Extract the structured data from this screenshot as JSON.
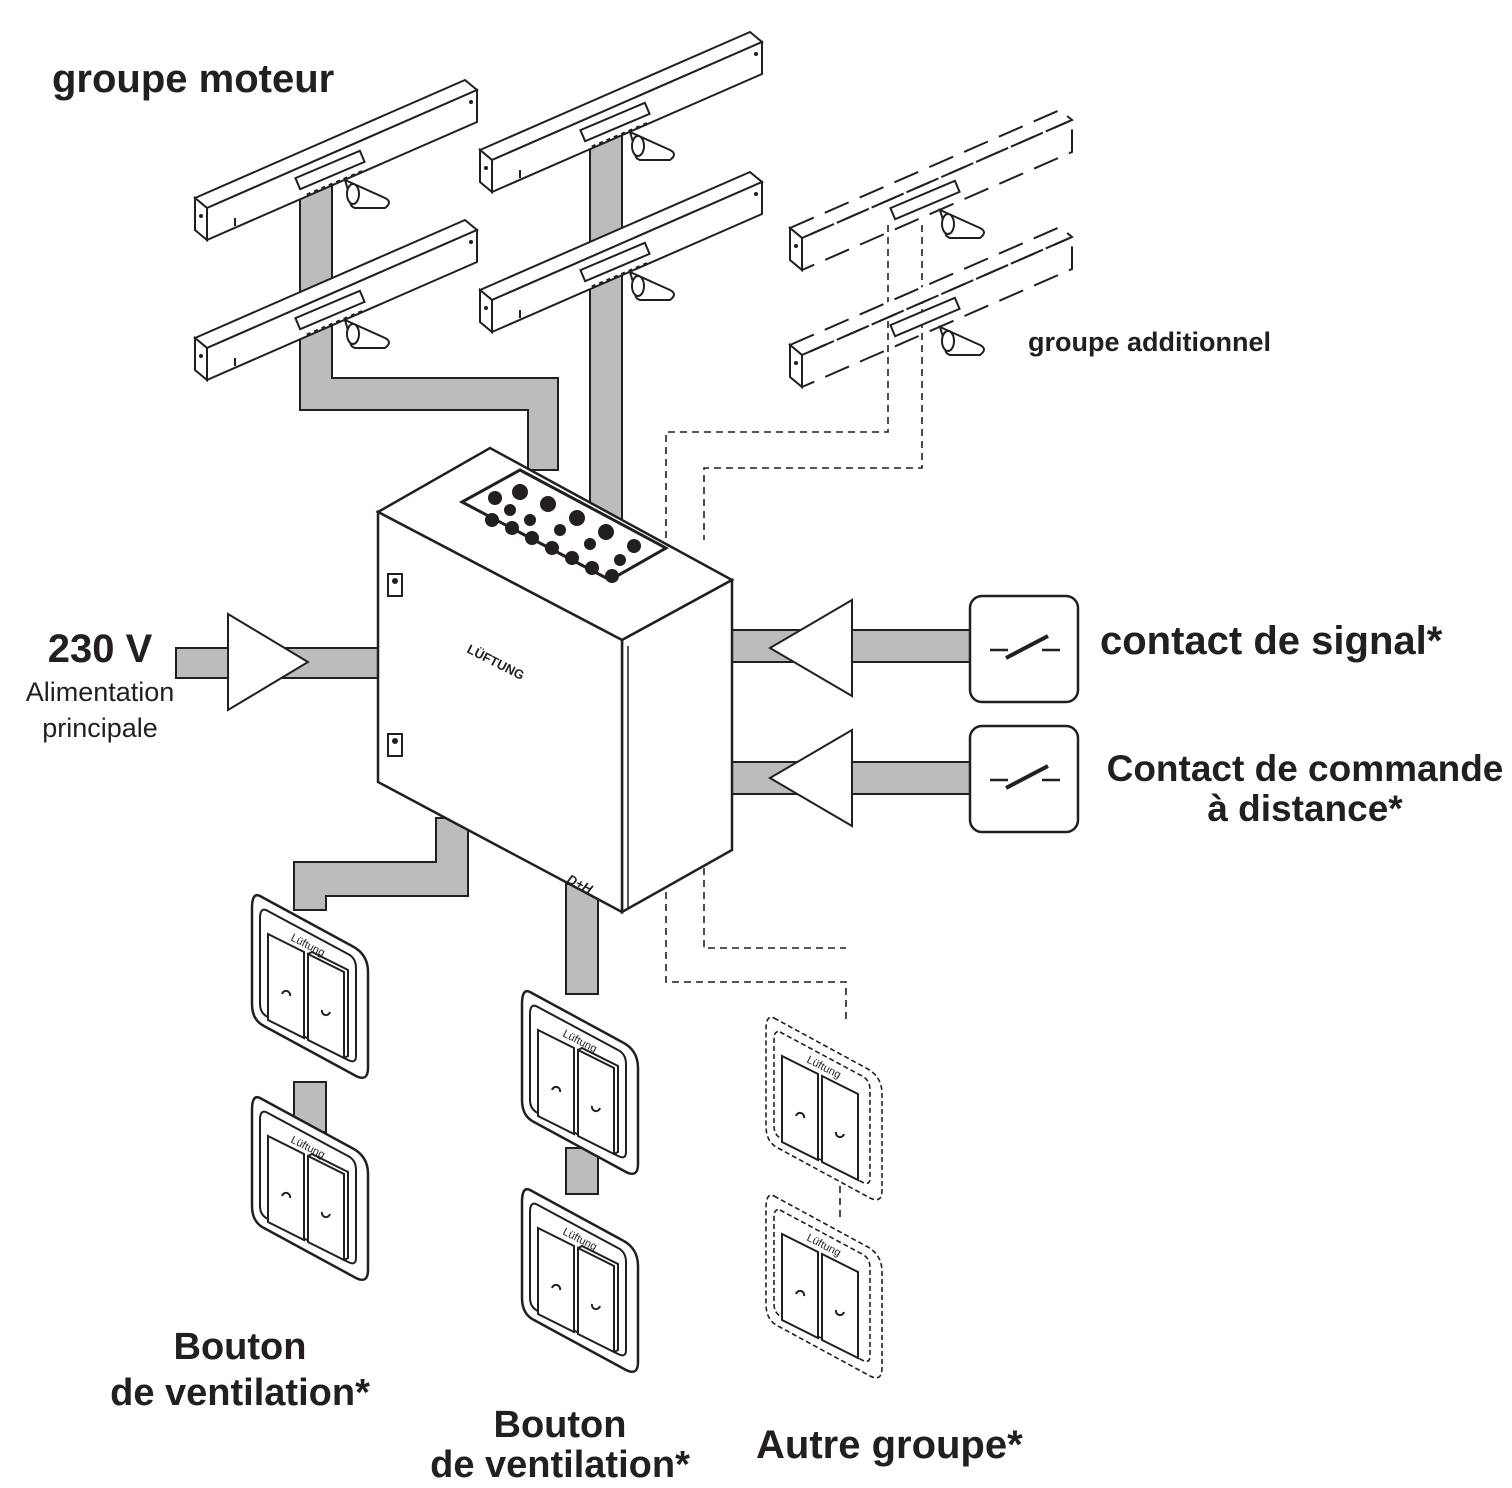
{
  "labels": {
    "motor_group": "groupe moteur",
    "additional_group": "groupe additionnel",
    "voltage": "230 V",
    "mains_line1": "Alimentation",
    "mains_line2": "principale",
    "signal_contact": "contact de signal*",
    "remote_line1": "Contact de commande",
    "remote_line2": "à distance*",
    "button_a_line1": "Bouton",
    "button_a_line2": "de ventilation*",
    "button_b_line1": "Bouton",
    "button_b_line2": "de ventilation*",
    "other_group": "Autre groupe*"
  },
  "control_box": {
    "front_label": "LÜFTUNG",
    "brand_logo": "D+H"
  },
  "switch_label": "Lüftung",
  "icons": {
    "contact": "switch-contact-icon",
    "direction": "triangle-arrow-icon",
    "actuator": "chain-actuator-icon",
    "ventilation_switch": "ventilation-switch-icon"
  },
  "colors": {
    "cable": "#bcbcbc",
    "line": "#231f20",
    "background": "#ffffff"
  }
}
